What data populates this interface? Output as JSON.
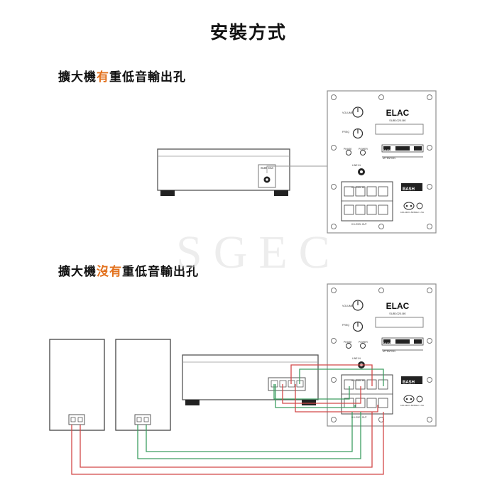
{
  "title": "安裝方式",
  "section1": {
    "pre": "擴大機",
    "highlight": "有",
    "post": "重低音輸出孔"
  },
  "section2": {
    "pre": "擴大機",
    "highlight": "沒有",
    "post": "重低音輸出孔"
  },
  "watermark": "SGEC",
  "amp": {
    "sub_out_label": "SUB Out"
  },
  "subwoofer_panel": {
    "brand": "ELAC",
    "model": "SUB1020-BK",
    "volume_label": "VOLUME",
    "freq_label": "FREQ",
    "phase_label": "PHASE",
    "power_label": "POWER",
    "line_in_label": "LINE IN",
    "level_in_label": "HI LEVEL IN",
    "level_out_label": "HI LEVEL OUT",
    "caution_label": "CAUTION",
    "attention_label": "ATTENTION",
    "amp_brand": "BASH",
    "voltage_label": "100-240V~50/60Hz 1.5A"
  },
  "colors": {
    "accent": "#e2711d",
    "red_wire": "#d24848",
    "green_wire": "#3d9e62",
    "panel_line": "#9a9a9a"
  }
}
